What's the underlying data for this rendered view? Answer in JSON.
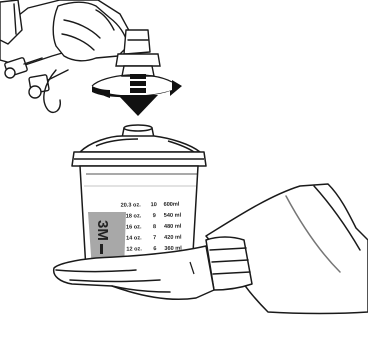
{
  "illustration": {
    "brand": "3M",
    "scale_rows": [
      {
        "oz": "20.3 oz.",
        "idx": "10",
        "ml": "600ml"
      },
      {
        "oz": "18 oz.",
        "idx": "9",
        "ml": "540 ml"
      },
      {
        "oz": "16 oz.",
        "idx": "8",
        "ml": "480 ml"
      },
      {
        "oz": "14 oz.",
        "idx": "7",
        "ml": "420 ml"
      },
      {
        "oz": "12 oz.",
        "idx": "6",
        "ml": "360 ml"
      }
    ],
    "colors": {
      "line": "#1a1a1a",
      "arrow": "#111111",
      "shade": "#a8a8a8"
    }
  }
}
